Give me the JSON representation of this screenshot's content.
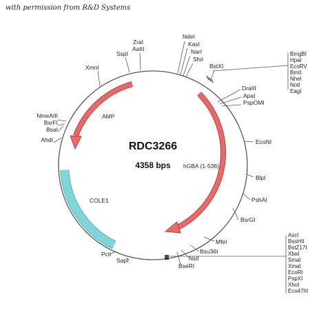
{
  "credit": "with permission from R&D Systems",
  "plasmid": {
    "name": "RDC3266",
    "size": "4358 bps"
  },
  "features": {
    "amp": "AMP",
    "insert": "hGBA (1-536)",
    "ori": "COLE1"
  },
  "sites": {
    "zral": "ZraI",
    "aatii": "AatII",
    "sspi": "SspI",
    "ndei": "NdeI",
    "kasi": "KasI",
    "nari": "NarI",
    "sfoi": "SfoI",
    "xmni": "XmnI",
    "bstxi": "BstXI",
    "dralll": "DraIII",
    "apal": "ApaI",
    "pspomi": "PspOMI",
    "nmeaiii": "NmeAIII",
    "bsrfi": "BsrFI",
    "bsai": "BsaI",
    "ahdi": "AhdI",
    "ecoNi": "EcoNI",
    "blpi": "BlpI",
    "pshai": "PshAI",
    "bsrgi": "BsrGI",
    "mfei": "MfeI",
    "bsu36i": "Bsu36I",
    "nsii": "NsiI",
    "bseri": "BseRI",
    "saci": "SapI",
    "pcii": "PciI"
  },
  "cluster_top": [
    "BmgBI",
    "HpaI",
    "EcoRV",
    "BmtI",
    "NheI",
    "NotI",
    "EagI"
  ],
  "cluster_bottom": [
    "AscI",
    "BssHII",
    "BstZ17I",
    "XbaI",
    "SmaI",
    "XmaI",
    "EcoRI",
    "PspXI",
    "XhoI",
    "Eco47III"
  ],
  "colors": {
    "arrow_fill": "#e86a6a",
    "arrow_stroke": "#c03a3a",
    "ori_fill": "#7fd6d8",
    "ori_stroke": "#4fb6b9",
    "circle": "#555555"
  }
}
